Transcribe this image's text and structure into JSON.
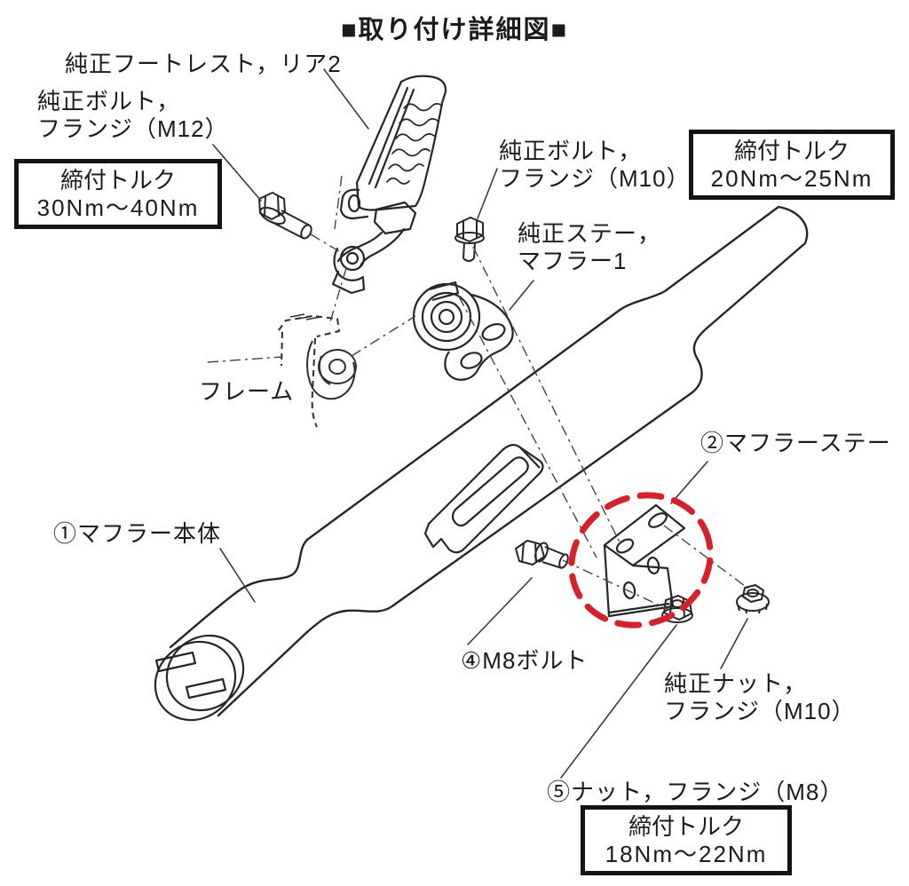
{
  "title": "■取り付け詳細図■",
  "colors": {
    "background": "#ffffff",
    "ink": "#262626",
    "leader_line": "#3a3a3a",
    "highlight_red": "#d7202a",
    "box_border": "#141414"
  },
  "parts": {
    "footrest": {
      "label": "純正フートレスト，リア2"
    },
    "bolt_m12": {
      "label_line1": "純正ボルト，",
      "label_line2": "フランジ（M12）",
      "torque_title": "締付トルク",
      "torque_value": "30Nm～40Nm"
    },
    "bolt_m10": {
      "label_line1": "純正ボルト，",
      "label_line2": "フランジ（M10）",
      "torque_title": "締付トルク",
      "torque_value": "20Nm～25Nm"
    },
    "stay_muffler1": {
      "label_line1": "純正ステー，",
      "label_line2": "マフラー1"
    },
    "frame": {
      "label": "フレーム"
    },
    "muffler_body": {
      "label": "①マフラー本体"
    },
    "muffler_stay": {
      "label": "②マフラーステー"
    },
    "bolt_m8": {
      "label": "④M8ボルト"
    },
    "nut_m10": {
      "label_line1": "純正ナット，",
      "label_line2": "フランジ（M10）"
    },
    "nut_m8": {
      "label": "⑤ナット，フランジ（M8）",
      "torque_title": "締付トルク",
      "torque_value": "18Nm～22Nm"
    }
  }
}
